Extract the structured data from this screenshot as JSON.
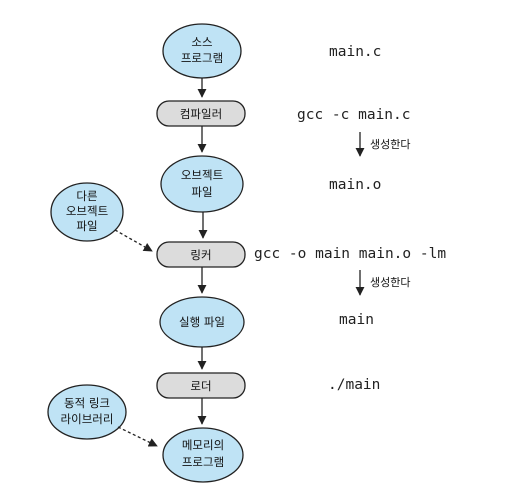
{
  "nodes": {
    "source_program": [
      "소스",
      "프로그램"
    ],
    "compiler": [
      "컴파일러"
    ],
    "object_file": [
      "오브젝트",
      "파일"
    ],
    "other_object_file": [
      "다른",
      "오브젝트",
      "파일"
    ],
    "linker": [
      "링커"
    ],
    "executable_file": [
      "실행 파일"
    ],
    "loader": [
      "로더"
    ],
    "dynamic_link_library": [
      "동적 링크",
      "라이브러리"
    ],
    "program_in_memory": [
      "메모리의",
      "프로그램"
    ]
  },
  "commands": {
    "source_file": "main.c",
    "compile_cmd": "gcc -c main.c",
    "object_file": "main.o",
    "link_cmd": "gcc -o main main.o -lm",
    "executable": "main",
    "run_cmd": "./main"
  },
  "labels": {
    "generates_1": "생성한다",
    "generates_2": "생성한다"
  },
  "colors": {
    "ellipse_fill": "#bfe3f5",
    "rect_fill": "#dcdcdc",
    "stroke": "#222222"
  }
}
